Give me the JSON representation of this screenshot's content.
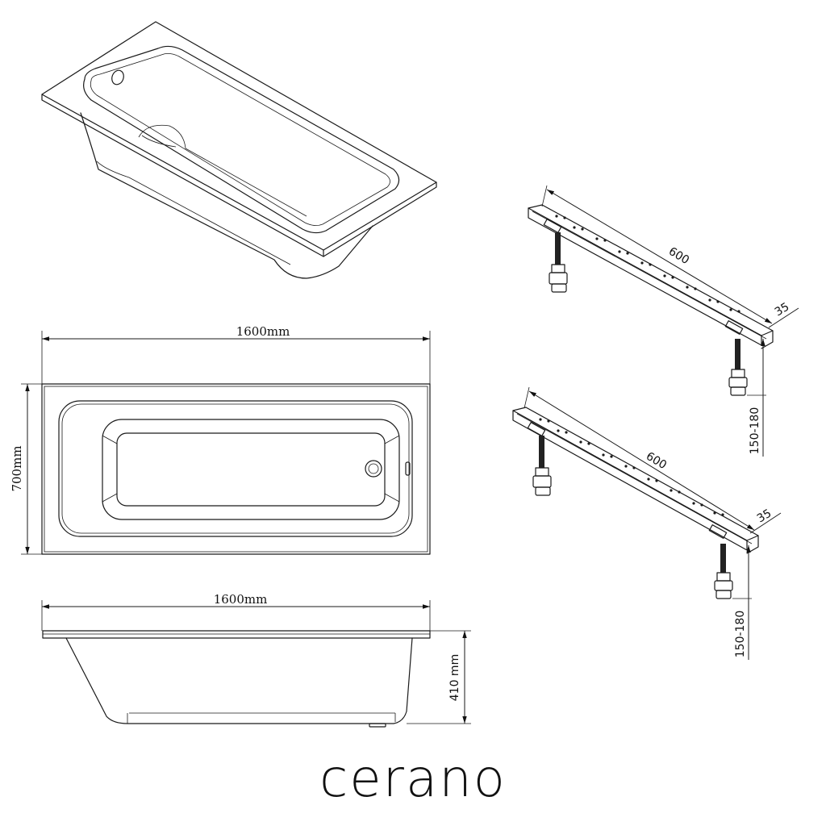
{
  "brand": {
    "name": "cerano"
  },
  "top_view": {
    "length_label": "1600mm",
    "width_label": "700mm"
  },
  "side_view": {
    "length_label": "1600mm",
    "height_label": "410 mm"
  },
  "legs": [
    {
      "length_label": "600",
      "width_label": "35",
      "height_label": "150-180"
    },
    {
      "length_label": "600",
      "width_label": "35",
      "height_label": "150-180"
    }
  ]
}
